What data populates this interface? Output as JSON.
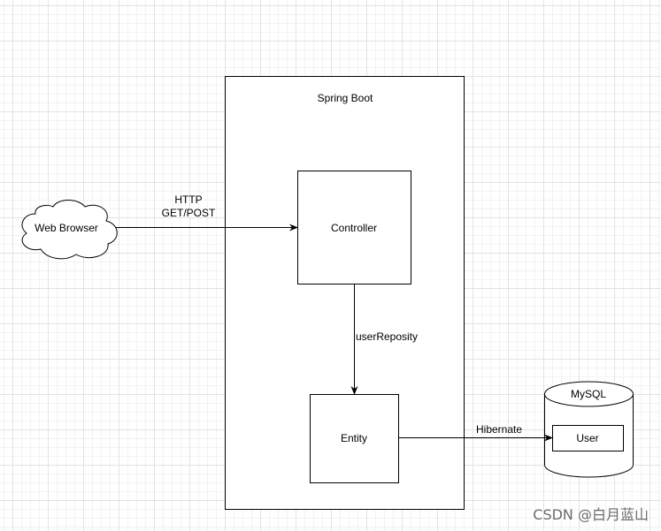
{
  "diagram": {
    "container_title": "Spring Boot",
    "nodes": {
      "web_browser": "Web Browser",
      "controller": "Controller",
      "entity": "Entity",
      "database": "MySQL",
      "table": "User"
    },
    "edges": {
      "browser_to_controller_line1": "HTTP",
      "browser_to_controller_line2": "GET/POST",
      "controller_to_entity": "userReposity",
      "entity_to_user": "Hibernate"
    }
  },
  "watermark": "CSDN @白月蓝山"
}
